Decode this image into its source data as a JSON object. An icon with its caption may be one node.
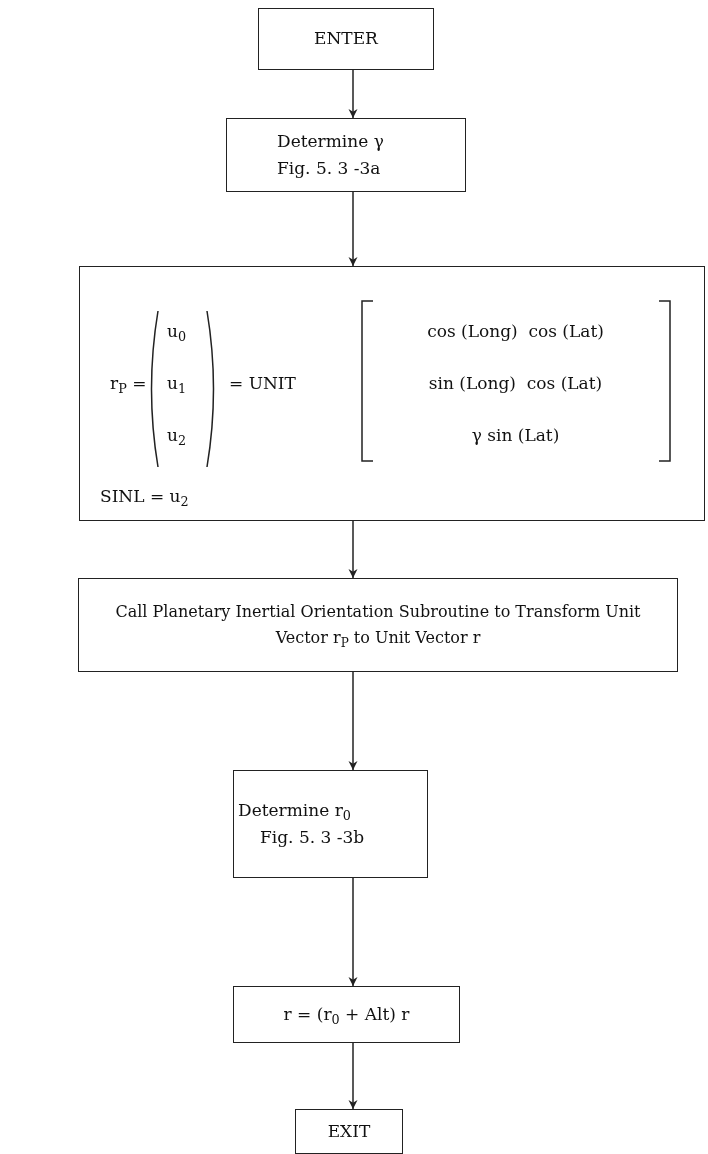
{
  "diagram": {
    "nodes": [
      {
        "text": [
          "ENTER"
        ]
      },
      {
        "text": [
          "Determine γ",
          "Fig. 5. 3 -3a"
        ]
      },
      {
        "text": [
          "r$_{P}$ =",
          "u$_{0}$",
          "u$_{1}$",
          "u$_{2}$",
          "= UNIT",
          "cos (Long)  cos (Lat)",
          "sin (Long)  cos (Lat)",
          "γ sin (Lat)",
          "SINL = u$_{2}$"
        ]
      },
      {
        "text": [
          "Call Planetary Inertial Orientation Subroutine to Transform Unit Vector r$_{P}$ to Unit Vector r"
        ]
      },
      {
        "text": [
          "Determine r$_{0}$",
          "Fig. 5. 3 -3b"
        ]
      },
      {
        "text": [
          "r = (r$_{0}$ + Alt) r"
        ]
      },
      {
        "text": [
          "EXIT"
        ]
      }
    ],
    "edges": [
      {
        "from": 0,
        "to": 1,
        "arrow": "to"
      },
      {
        "from": 1,
        "to": 2,
        "arrow": "to"
      },
      {
        "from": 2,
        "to": 3,
        "arrow": "to"
      },
      {
        "from": 3,
        "to": 4,
        "arrow": "to"
      },
      {
        "from": 4,
        "to": 5,
        "arrow": "to"
      },
      {
        "from": 5,
        "to": 6,
        "arrow": "to"
      }
    ]
  }
}
